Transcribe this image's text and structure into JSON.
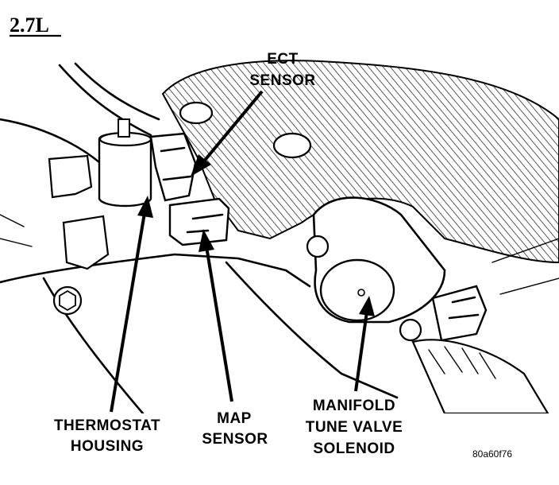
{
  "title": "2.7L",
  "labels": {
    "ect_1": "ECT",
    "ect_2": "SENSOR",
    "thermostat_1": "THERMOSTAT",
    "thermostat_2": "HOUSING",
    "map_1": "MAP",
    "map_2": "SENSOR",
    "mtv_1": "MANIFOLD",
    "mtv_2": "TUNE VALVE",
    "mtv_3": "SOLENOID"
  },
  "figure_code": "80a60f76"
}
